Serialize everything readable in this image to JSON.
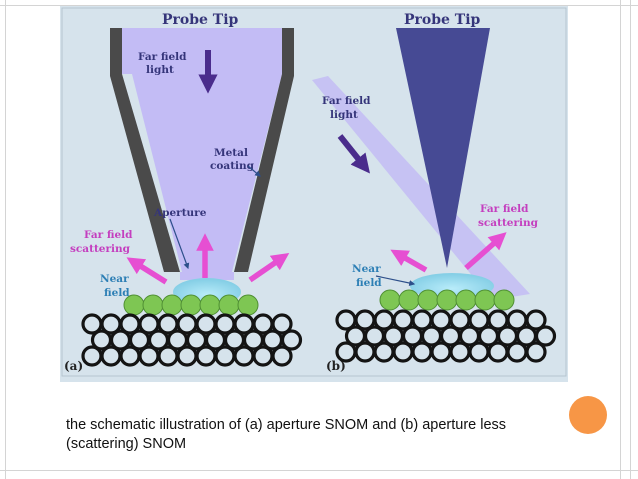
{
  "panel_a": {
    "title": "Probe Tip",
    "far_field_light": [
      "Far field",
      "light"
    ],
    "metal_coating": [
      "Metal",
      "coating"
    ],
    "aperture": "Aperture",
    "far_field_scattering": [
      "Far field",
      "scattering"
    ],
    "near_field": [
      "Near",
      "field"
    ],
    "tag": "(a)"
  },
  "panel_b": {
    "title": "Probe Tip",
    "far_field_light": [
      "Far field",
      "light"
    ],
    "far_field_scattering": [
      "Far field",
      "scattering"
    ],
    "near_field": [
      "Near",
      "field"
    ],
    "tag": "(b)"
  },
  "caption": "the schematic illustration of (a) aperture SNOM and (b) aperture less (scattering) SNOM",
  "colors": {
    "figure_background": "#d6e3ec",
    "probe_light": "#c3bcf5",
    "probe_metal": "#4a4a4a",
    "probe_b": "#464a94",
    "label_text": "#35357a",
    "arrow_dark": "#4a2c8c",
    "arrow_magenta": "#e64fd2",
    "scatter_label": "#c43fbf",
    "near_field_label": "#2d7fb5",
    "near_field_glow": "#9fdcf0",
    "green_particles": "#7ec653",
    "substrate_circles": "#141414",
    "accent_dot": "#f79646",
    "frame_lines": "#d4d4d4"
  }
}
